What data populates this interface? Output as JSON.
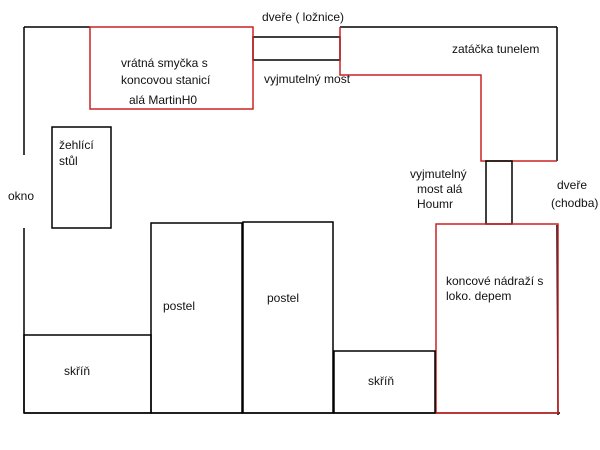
{
  "colors": {
    "wall": "#000000",
    "track": "#cc2222",
    "text": "#111111",
    "background": "#ffffff"
  },
  "labels": {
    "door_bedroom": "dveře ( ložnice)",
    "loop_line1": "vrátná smyčka s",
    "loop_line2": "koncovou stanicí",
    "loop_line3": "alá MartinH0",
    "bridge_top": "vyjmutelný most",
    "tunnel_curve": "zatáčka tunelem",
    "ironing_line1": "žehlící",
    "ironing_line2": "stůl",
    "window": "okno",
    "bridge_right_line1": "vyjmutelný",
    "bridge_right_line2": "most alá",
    "bridge_right_line3": "Houmr",
    "door_hall_line1": "dveře",
    "door_hall_line2": "(chodba)",
    "station_line1": "koncové nádraží s",
    "station_line2": "loko. depem",
    "bed_left": "postel",
    "bed_right": "postel",
    "wardrobe_left": "skříň",
    "wardrobe_right": "skříň"
  }
}
